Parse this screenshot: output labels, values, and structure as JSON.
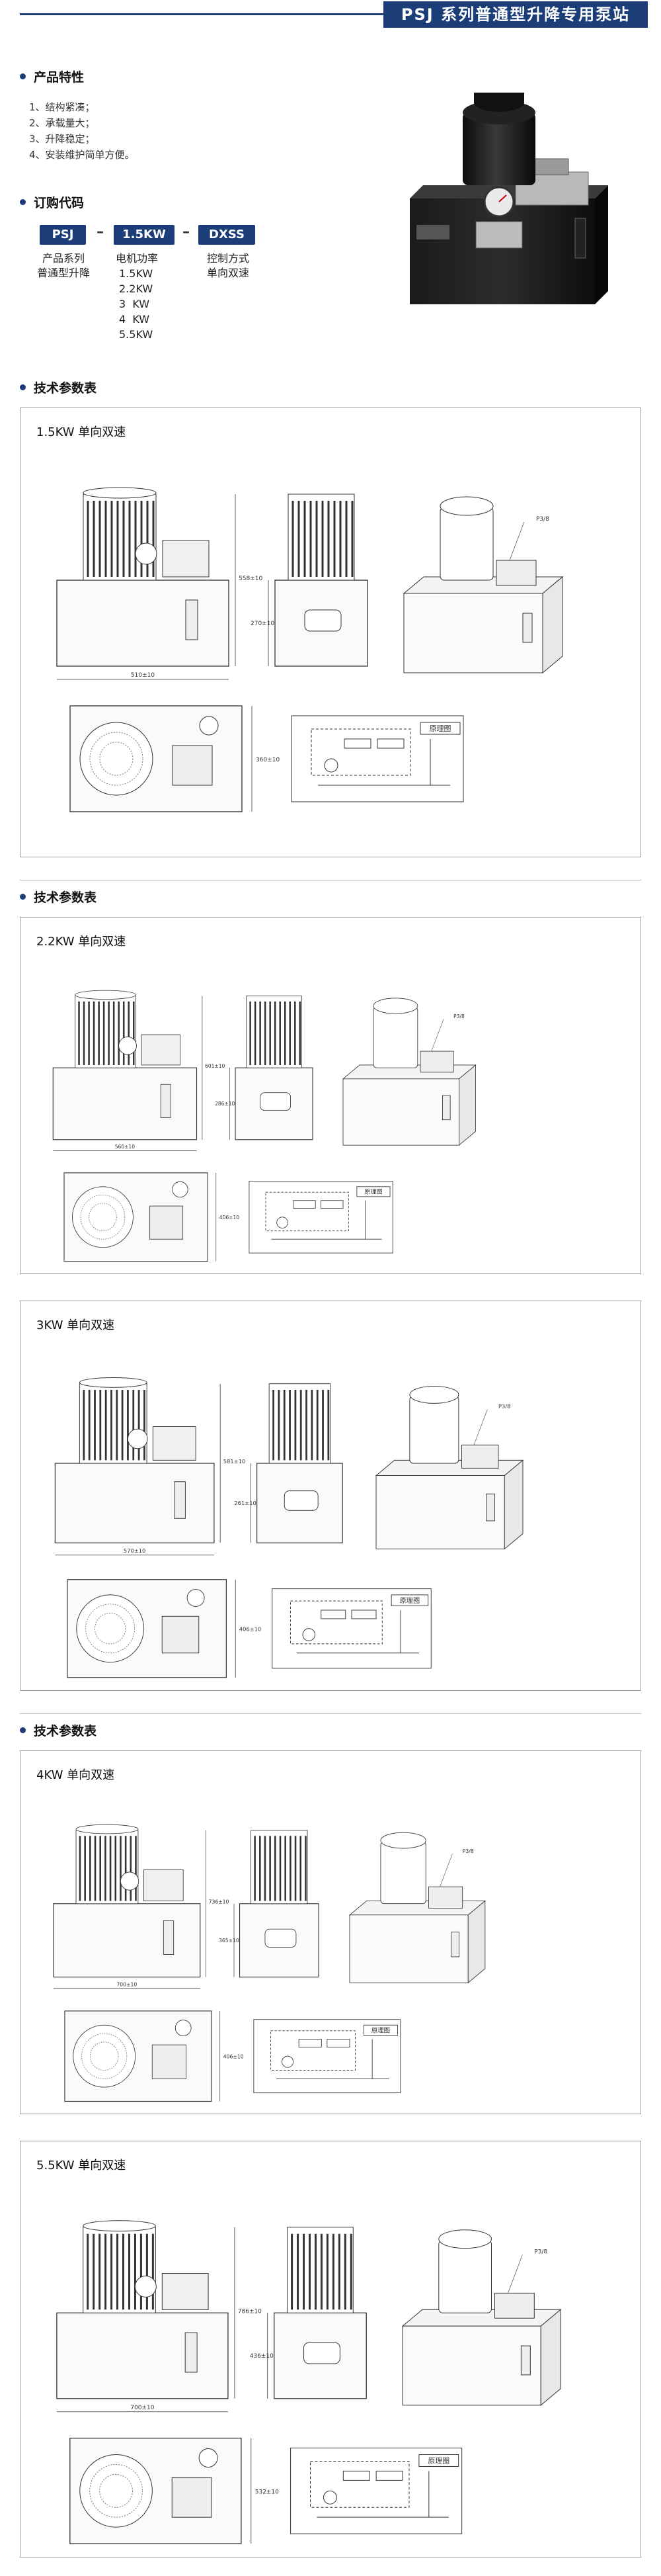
{
  "header": {
    "title": "PSJ 系列普通型升降专用泵站"
  },
  "features": {
    "heading": "产品特性",
    "items": [
      "1、结构紧凑；",
      "2、承载量大；",
      "3、升降稳定；",
      "4、安装维护简单方便。"
    ]
  },
  "order_code": {
    "heading": "订购代码",
    "parts": [
      "PSJ",
      "1.5KW",
      "DXSS"
    ],
    "dash": "–",
    "desc1": [
      "产品系列",
      "普通型升降"
    ],
    "desc2": [
      "电机功率",
      "1.5KW",
      "2.2KW",
      "3  KW",
      "4  KW",
      "5.5KW"
    ],
    "desc3": [
      "控制方式",
      "单向双速"
    ]
  },
  "sections": [
    {
      "heading": "技术参数表"
    },
    {
      "heading": "技术参数表"
    },
    {
      "heading": "技术参数表"
    }
  ],
  "panels": [
    {
      "title": "1.5KW 单向双速",
      "width_dim": "510±10",
      "height_dim1": "558±10",
      "height_dim2": "270±10",
      "depth_dim": "360±10",
      "port": "P3/8",
      "schematic": "原理图"
    },
    {
      "title": "2.2KW 单向双速",
      "width_dim": "560±10",
      "height_dim1": "601±10",
      "height_dim2": "286±10",
      "depth_dim": "406±10",
      "port": "P3/8",
      "schematic": "原理图"
    },
    {
      "title": "3KW 单向双速",
      "width_dim": "570±10",
      "height_dim1": "581±10",
      "height_dim2": "261±10",
      "depth_dim": "406±10",
      "port": "P3/8",
      "schematic": "原理图"
    },
    {
      "title": "4KW 单向双速",
      "width_dim": "700±10",
      "height_dim1": "736±10",
      "height_dim2": "365±10",
      "depth_dim": "406±10",
      "port": "P3/8",
      "schematic": "原理图"
    },
    {
      "title": "5.5KW 单向双速",
      "width_dim": "700±10",
      "height_dim1": "786±10",
      "height_dim2": "436±10",
      "depth_dim": "532±10",
      "port": "P3/8",
      "schematic": "原理图"
    }
  ],
  "colors": {
    "accent": "#1b3d78",
    "border": "#9a9a9a"
  }
}
